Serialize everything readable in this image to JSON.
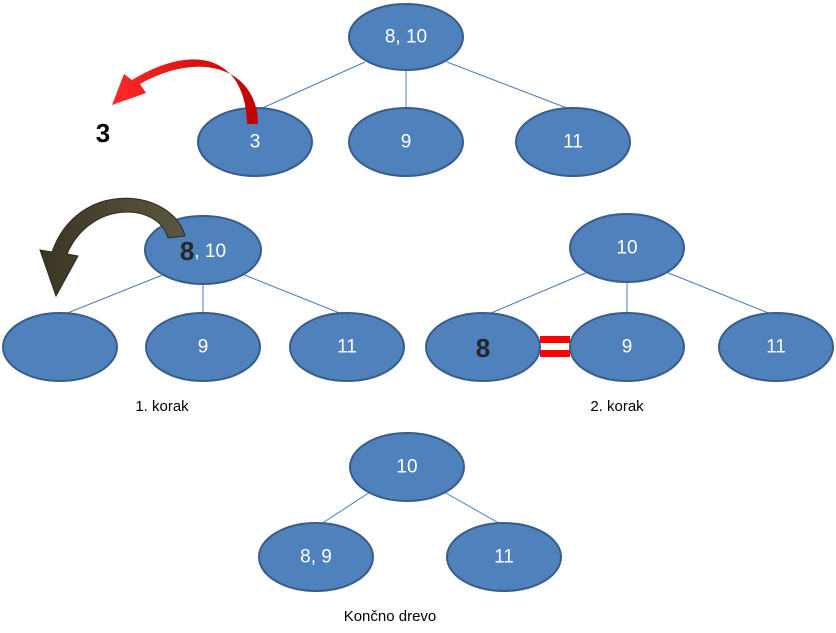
{
  "tree_initial": {
    "root": "8, 10",
    "children": [
      "3",
      "9",
      "11"
    ],
    "removed_key": "3"
  },
  "step1": {
    "root_key": "8",
    "root_rest": ", 10",
    "children": [
      "",
      "9",
      "11"
    ],
    "caption": "1. korak"
  },
  "step2": {
    "root": "10",
    "children": [
      "8",
      "9",
      "11"
    ],
    "caption": "2. korak"
  },
  "final_tree": {
    "root": "10",
    "children": [
      "8, 9",
      "11"
    ],
    "caption": "Končno drevo"
  },
  "colors": {
    "node_fill": "#4f81bd",
    "node_stroke": "#385d8a",
    "edge": "#4a7ebb",
    "arrow_remove": "#ff0000",
    "arrow_move": "#4a4530",
    "merge_mark": "#ff0000"
  }
}
